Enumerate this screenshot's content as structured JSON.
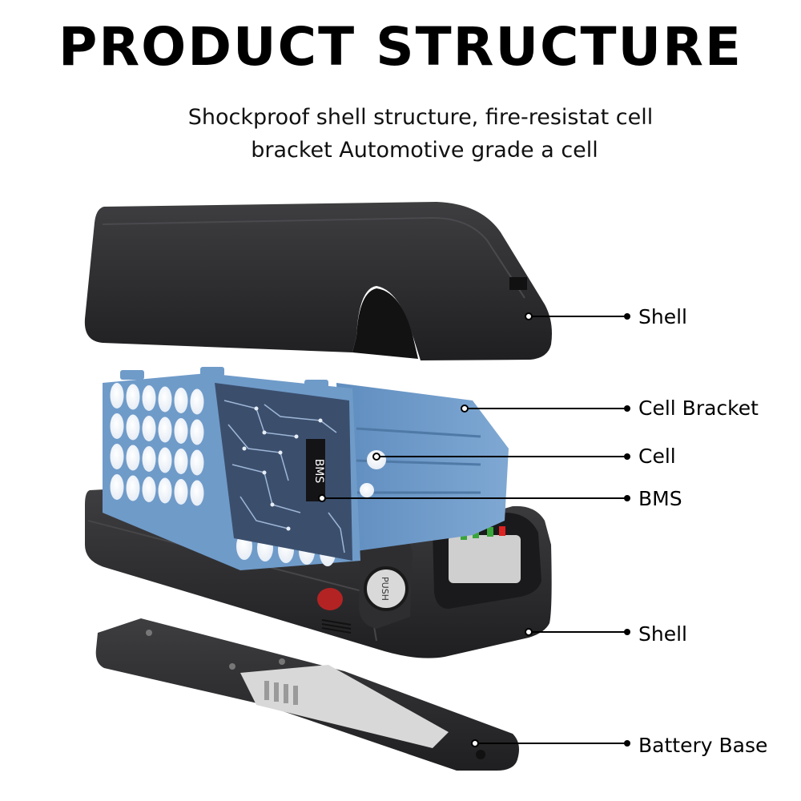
{
  "title": "PRODUCT STRUCTURE",
  "subtitle": {
    "line1": "Shockproof shell structure, fire-resistat cell",
    "line2": "bracket Automotive grade a cell"
  },
  "labels": {
    "shell_top": "Shell",
    "cell_bracket": "Cell Bracket",
    "cell": "Cell",
    "bms": "BMS",
    "shell_bottom": "Shell",
    "battery_base": "Battery Base"
  },
  "product": {
    "bms_chip_text": "BMS",
    "push_button_text": "PUSH"
  },
  "colors": {
    "shell": "#2b2b2d",
    "bracket": "#6f9bc9",
    "cell_top": "#ffffff",
    "pcb": "#3b4f6d",
    "switch": "#b42323"
  }
}
